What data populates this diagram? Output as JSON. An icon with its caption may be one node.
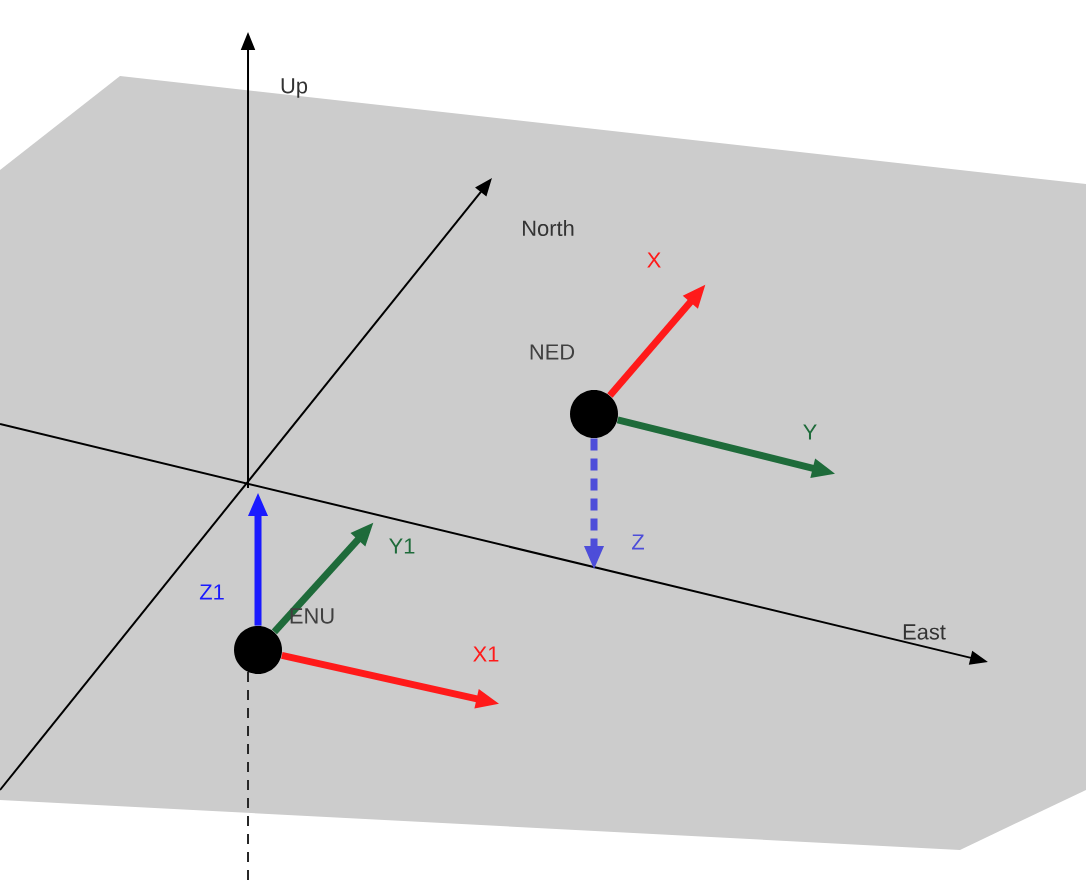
{
  "diagram": {
    "nodes": [
      {
        "text": [],
        "shape": "circle",
        "beside": [
          "ENU"
        ]
      },
      {
        "text": [],
        "shape": "circle",
        "beside": [
          "NED"
        ]
      }
    ],
    "edges": [
      {
        "from": 0,
        "to": null,
        "arrow": "to",
        "label": "X1",
        "color": "#ff1a1a"
      },
      {
        "from": 0,
        "to": null,
        "arrow": "to",
        "label": "Y1",
        "color": "#1e6b3a"
      },
      {
        "from": 0,
        "to": null,
        "arrow": "to",
        "label": "Z1",
        "color": "#1a1aff"
      },
      {
        "from": 1,
        "to": null,
        "arrow": "to",
        "label": "X",
        "color": "#ff1a1a"
      },
      {
        "from": 1,
        "to": null,
        "arrow": "to",
        "label": "Y",
        "color": "#1e6b3a"
      },
      {
        "from": 1,
        "to": null,
        "arrow": "to",
        "label": "Z",
        "color": "#4d4dd9",
        "style": "dashed"
      }
    ],
    "labels": [
      "Up",
      "North",
      "East"
    ]
  }
}
